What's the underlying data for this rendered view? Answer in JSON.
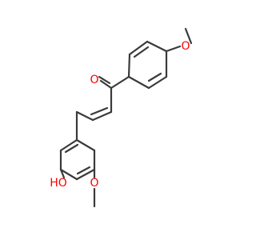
{
  "molecule": {
    "atoms": {
      "carbonyl_oxygen": {
        "label": "O",
        "color": "#ff0000"
      },
      "para_methoxy_oxygen": {
        "label": "O",
        "color": "#ff0000"
      },
      "hydroxyl": {
        "label": "HO",
        "color": "#ff0000"
      },
      "ring_methoxy_oxygen": {
        "label": "O",
        "color": "#ff0000"
      }
    },
    "bond_color": "#3a3a3a"
  }
}
